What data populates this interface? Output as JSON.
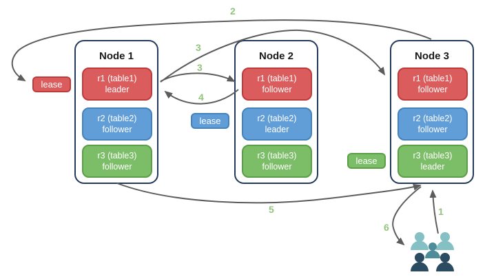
{
  "colors": {
    "red-fill": "#db5c5c",
    "red-border": "#bf3a3a",
    "blue-fill": "#619ed8",
    "blue-border": "#4382bd",
    "green-fill": "#7cbd67",
    "green-border": "#5a9e45",
    "node-border": "#23395b",
    "arrow": "#5c5c5c",
    "step": "#93c47d",
    "person-light": "#85c1c4",
    "person-mid": "#4d8d99",
    "person-dark": "#2b4b60",
    "canvas-bg": "#ffffff",
    "title-text": "#1a1a1a"
  },
  "nodes": [
    {
      "title": "Node 1",
      "replicas": [
        {
          "label": "r1 (table1)",
          "role": "leader",
          "color": "red"
        },
        {
          "label": "r2 (table2)",
          "role": "follower",
          "color": "blue"
        },
        {
          "label": "r3 (table3)",
          "role": "follower",
          "color": "green"
        }
      ]
    },
    {
      "title": "Node 2",
      "replicas": [
        {
          "label": "r1 (table1)",
          "role": "follower",
          "color": "red"
        },
        {
          "label": "r2 (table2)",
          "role": "leader",
          "color": "blue"
        },
        {
          "label": "r3 (table3)",
          "role": "follower",
          "color": "green"
        }
      ]
    },
    {
      "title": "Node 3",
      "replicas": [
        {
          "label": "r1 (table1)",
          "role": "follower",
          "color": "red"
        },
        {
          "label": "r2 (table2)",
          "role": "follower",
          "color": "blue"
        },
        {
          "label": "r3 (table3)",
          "role": "leader",
          "color": "green"
        }
      ]
    }
  ],
  "leases": {
    "red": "lease",
    "blue": "lease",
    "green": "lease"
  },
  "steps": {
    "s1": "1",
    "s2": "2",
    "s3a": "3",
    "s3b": "3",
    "s4": "4",
    "s5": "5",
    "s6": "6"
  },
  "icons": {
    "users": "users-icon"
  }
}
